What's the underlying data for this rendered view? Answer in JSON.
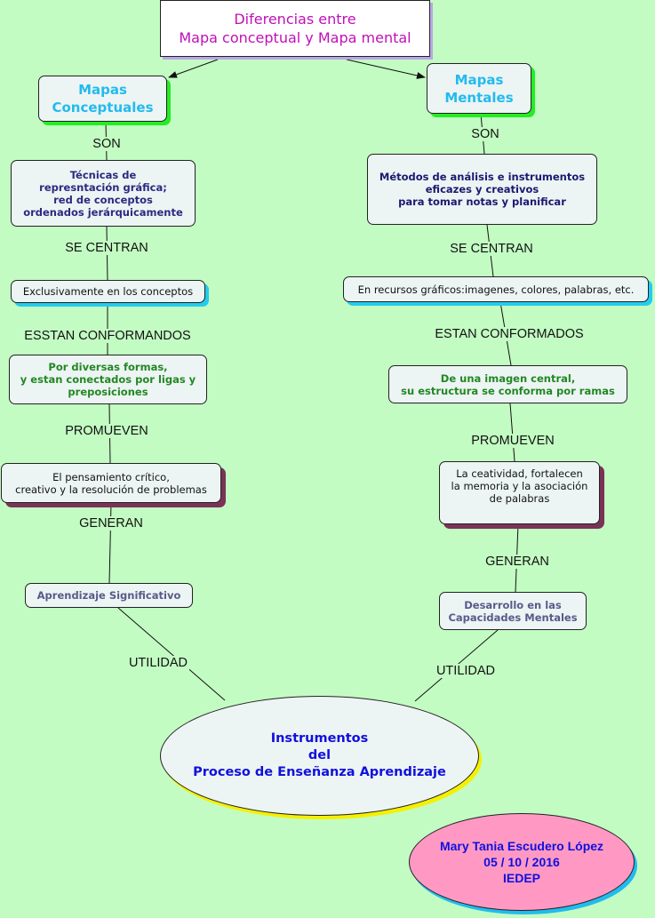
{
  "title": "Diferencias entre\nMapa conceptual y Mapa mental",
  "left": {
    "head": "Mapas\nConceptuales",
    "link1": "SON",
    "node1": "Técnicas de\nrepresntación gráfica;\nred de conceptos\nordenados jerárquicamente",
    "link2": "SE CENTRAN",
    "node2": "Exclusivamente en los conceptos",
    "link3": "ESSTAN CONFORMANDOS",
    "node3": "Por diversas formas,\ny estan conectados por ligas y\npreposiciones",
    "link4": "PROMUEVEN",
    "node4": "El pensamiento crítico,\ncreativo y la resolución de problemas",
    "link5": "GENERAN",
    "node5": "Aprendizaje Significativo",
    "link6": "UTILIDAD"
  },
  "right": {
    "head": "Mapas\nMentales",
    "link1": "SON",
    "node1": "Métodos de análisis e instrumentos\neficazes y creativos\npara tomar notas y planificar",
    "link2": "SE CENTRAN",
    "node2": "En recursos gráficos:imagenes, colores, palabras, etc.",
    "link3": "ESTAN CONFORMADOS",
    "node3": "De una imagen central,\nsu estructura se conforma por ramas",
    "link4": "PROMUEVEN",
    "node4": "La ceatividad, fortalecen\nla memoria y la asociación\nde palabras",
    "link5": "GENERAN",
    "node5": "Desarrollo en las\nCapacidades Mentales",
    "link6": "UTILIDAD"
  },
  "center": "Instrumentos\ndel\nProceso de Enseñanza Aprendizaje",
  "author": "Mary Tania Escudero López\n05 / 10 / 2016\nIEDEP",
  "colors": {
    "background": "#c3fcc3",
    "title": "#c010b8",
    "head": "#22bbee",
    "navy": "#1a1a80",
    "green": "#228822",
    "slate": "#5a5a8a",
    "blue": "#1010dd"
  }
}
